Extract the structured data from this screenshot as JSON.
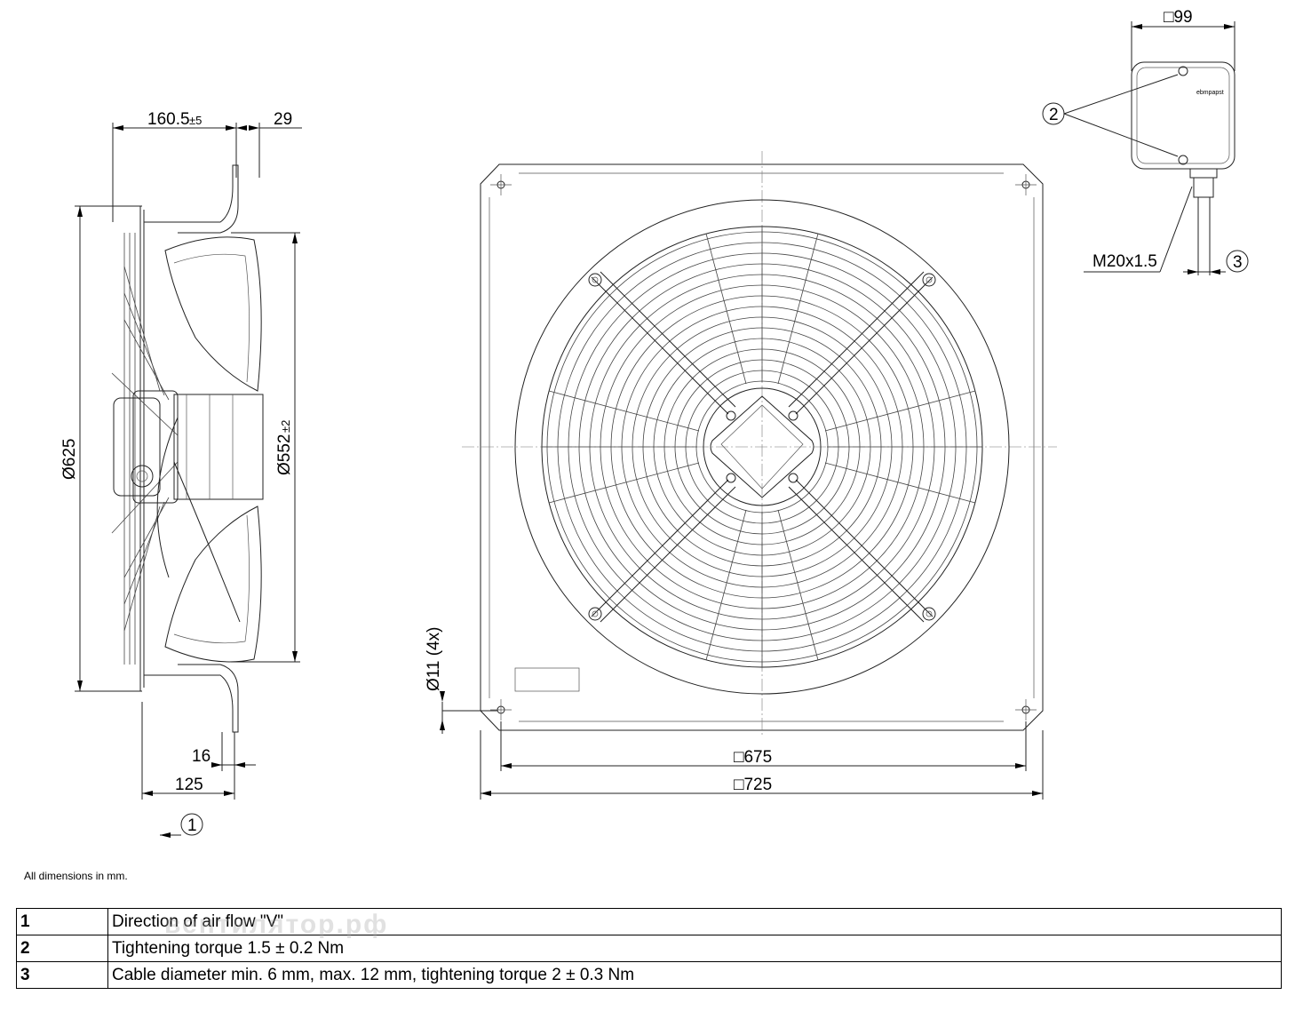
{
  "dimensions": {
    "side_width": "160.5",
    "side_width_tol": "±5",
    "flange": "29",
    "outer_dia": "Ø625",
    "inner_dia": "Ø552",
    "inner_dia_tol": "±2",
    "offset_16": "16",
    "depth_125": "125",
    "hole": "Ø11 (4x)",
    "square_675": "□675",
    "square_725": "□725",
    "box_99": "□99",
    "thread": "M20x1.5"
  },
  "callouts": {
    "c1": "1",
    "c2": "2",
    "c3": "3"
  },
  "note": "All dimensions in mm.",
  "legend": [
    {
      "num": "1",
      "text": "Direction of air flow \"V\""
    },
    {
      "num": "2",
      "text": "Tightening torque 1.5 ± 0.2 Nm"
    },
    {
      "num": "3",
      "text": "Cable diameter min. 6 mm, max. 12 mm, tightening torque 2 ± 0.3 Nm"
    }
  ],
  "watermark": "вентилятор.рф"
}
